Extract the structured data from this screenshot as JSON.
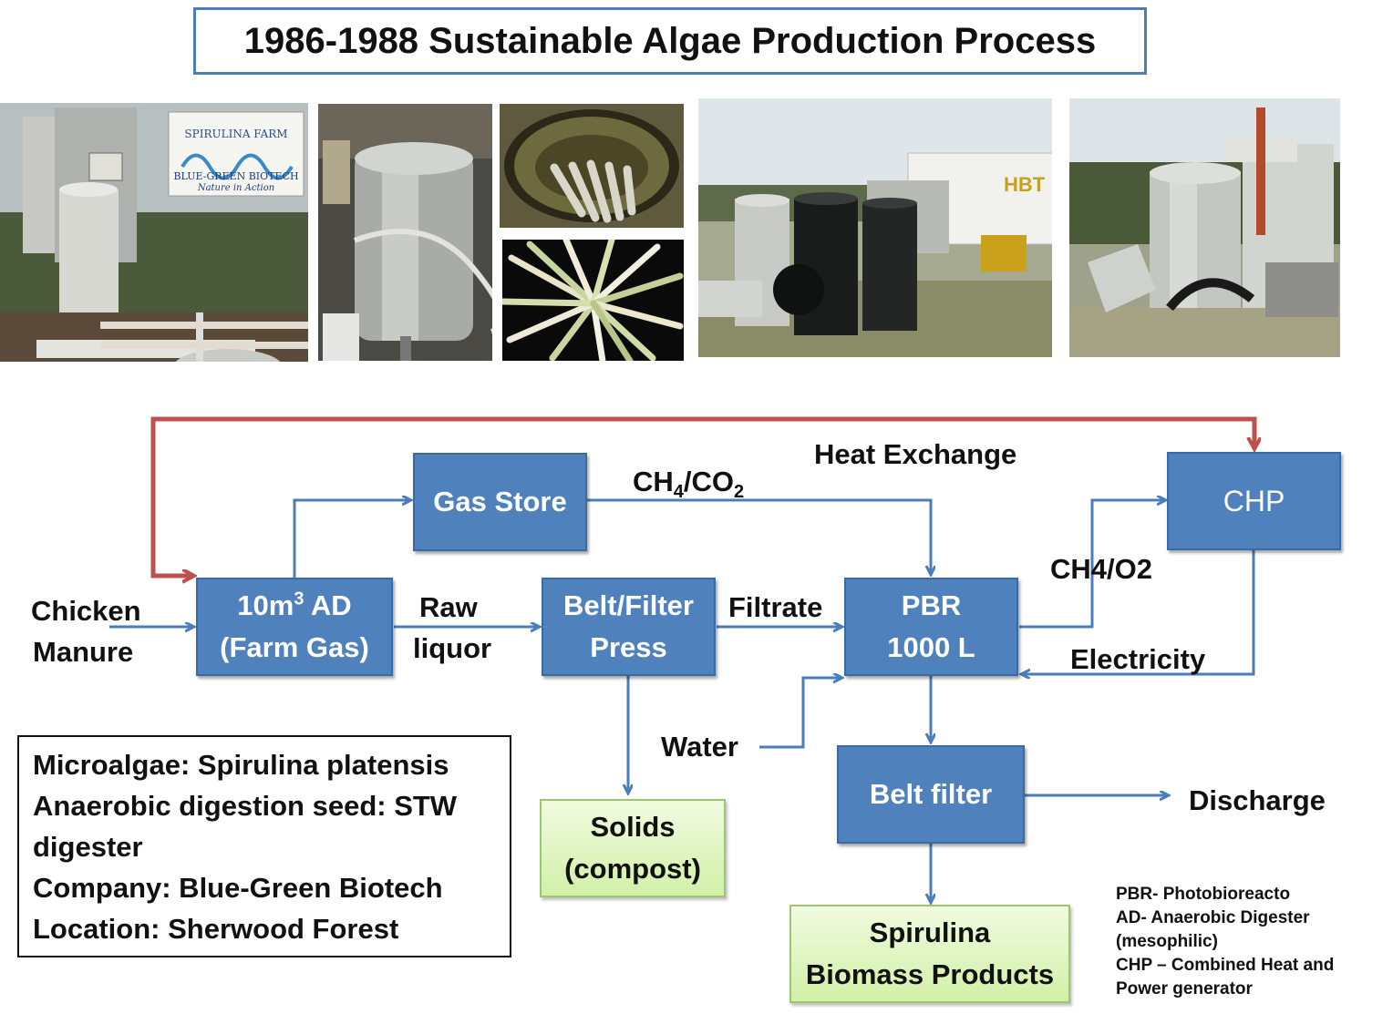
{
  "title": "1986-1988 Sustainable Algae Production Process",
  "photos": {
    "sign_line1": "SPIRULINA FARM",
    "sign_line2": "BLUE-GREEN BIOTECH",
    "sign_line3": "Nature in Action",
    "trailer_text": "HBT"
  },
  "nodes": {
    "gas_store": "Gas Store",
    "chp": "CHP",
    "ad_line1_pre": "10m",
    "ad_line1_sup": "3",
    "ad_line1_post": " AD",
    "ad_line2": "(Farm Gas)",
    "press_line1": "Belt/Filter",
    "press_line2": "Press",
    "pbr_line1": "PBR",
    "pbr_line2": "1000 L",
    "belt_filter": "Belt filter",
    "solids_line1": "Solids",
    "solids_line2": "(compost)",
    "spirulina_line1": "Spirulina",
    "spirulina_line2": "Biomass Products"
  },
  "labels": {
    "chicken": "Chicken",
    "manure": "Manure",
    "raw": "Raw",
    "liquor": "liquor",
    "filtrate": "Filtrate",
    "ch4co2_a": "CH",
    "ch4co2_sub1": "4",
    "ch4co2_b": "/CO",
    "ch4co2_sub2": "2",
    "heat_exchange": "Heat Exchange",
    "ch4o2": "CH4/O2",
    "electricity": "Electricity",
    "water": "Water",
    "discharge": "Discharge"
  },
  "info": [
    "Microalgae: Spirulina platensis",
    "Anaerobic digestion seed: STW",
    "digester",
    "Company: Blue-Green Biotech",
    "Location: Sherwood Forest"
  ],
  "legend": [
    "PBR- Photobioreacto",
    "AD- Anaerobic Digester",
    "(mesophilic)",
    "CHP – Combined Heat and",
    "Power generator"
  ],
  "colors": {
    "box_blue": "#4f81bd",
    "arrow_blue": "#4a7ebb",
    "arrow_red": "#c0504d",
    "box_green": "#d7f1b0"
  }
}
